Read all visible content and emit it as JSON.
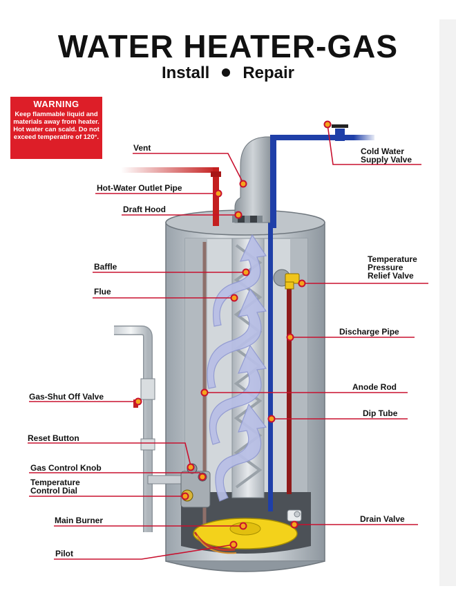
{
  "header": {
    "title": "WATER HEATER-GAS",
    "subtitle_left": "Install",
    "subtitle_right": "Repair"
  },
  "warning": {
    "title": "WARNING",
    "text": "Keep flammable liquid and materials away from heater. Hot water can scald. Do not exceed temperatire of 120°."
  },
  "labels": {
    "vent": "Vent",
    "hot_water_outlet_pipe": "Hot-Water Outlet Pipe",
    "draft_hood": "Draft Hood",
    "baffle": "Baffle",
    "flue": "Flue",
    "gas_shut_off_valve": "Gas-Shut Off Valve",
    "reset_button": "Reset Button",
    "gas_control_knob": "Gas Control Knob",
    "temperature_control_dial": "Temperature\nControl Dial",
    "main_burner": "Main Burner",
    "pilot": "Pilot",
    "cold_water_supply_valve": "Cold Water\nSupply Valve",
    "temperature_pressure_relief_valve": "Temperature\nPressure\nRelief Valve",
    "discharge_pipe": "Discharge Pipe",
    "anode_rod": "Anode Rod",
    "dip_tube": "Dip Tube",
    "drain_valve": "Drain Valve"
  },
  "colors": {
    "warning_bg": "#dd1e28",
    "leader_line": "#c8102e",
    "hot_pipe": "#c41f1f",
    "cold_pipe": "#1f3fa8",
    "tank": "#c9ced3",
    "burner": "#f3d21b",
    "airflow": "#b8bfe6"
  }
}
